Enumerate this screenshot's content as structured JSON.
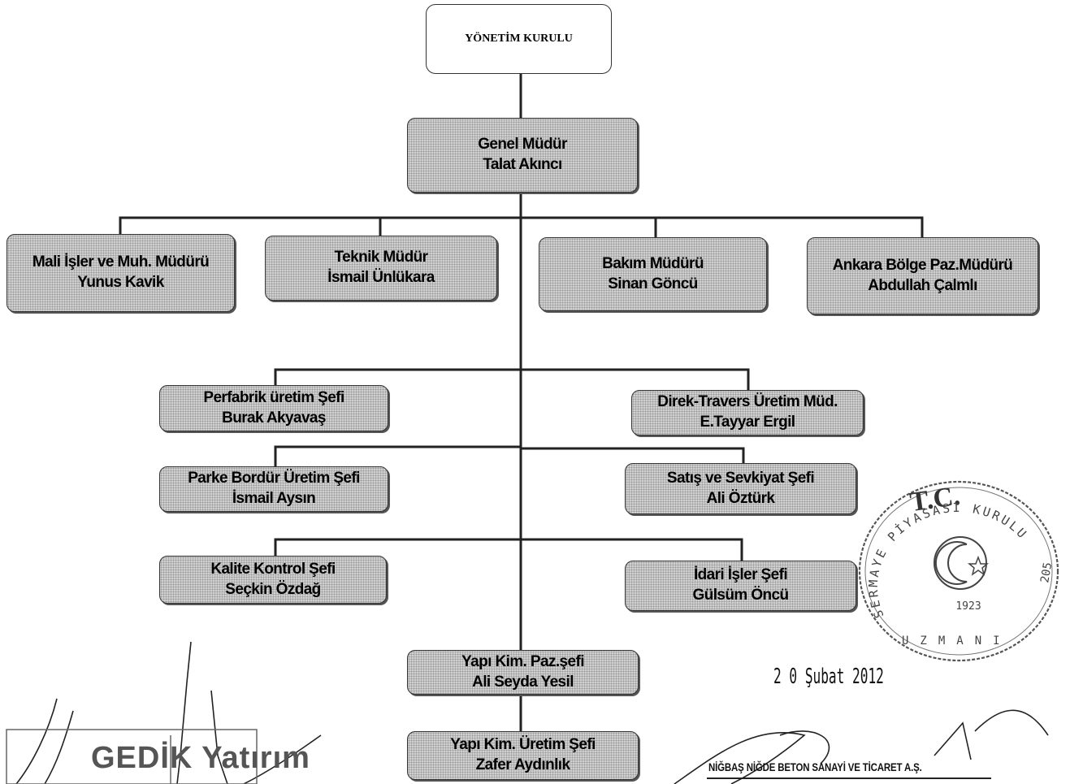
{
  "board": {
    "title": "YÖNETİM KURULU"
  },
  "general_manager": {
    "title": "Genel Müdür",
    "name": "Talat Akıncı"
  },
  "managers": [
    {
      "title": "Mali İşler ve Muh. Müdürü",
      "name": "Yunus Kavik"
    },
    {
      "title": "Teknik Müdür",
      "name": "İsmail Ünlükara"
    },
    {
      "title": "Bakım Müdürü",
      "name": "Sinan Göncü"
    },
    {
      "title": "Ankara Bölge Paz.Müdürü",
      "name": "Abdullah Çalmlı"
    }
  ],
  "chiefs_left": [
    {
      "title": "Perfabrik üretim  Şefi",
      "name": "Burak Akyavaş"
    },
    {
      "title": "Parke Bordür Üretim Şefi",
      "name": "İsmail Aysın"
    },
    {
      "title": "Kalite Kontrol Şefi",
      "name": "Seçkin Özdağ"
    }
  ],
  "chiefs_right": [
    {
      "title": "Direk-Travers Üretim Müd.",
      "name": "E.Tayyar Ergil"
    },
    {
      "title": "Satış ve Sevkiyat Şefi",
      "name": "Ali Öztürk"
    },
    {
      "title": "İdari İşler Şefi",
      "name": "Gülsüm Öncü"
    }
  ],
  "bottom_chain": [
    {
      "title": "Yapı Kim. Paz.şefi",
      "name": "Ali Seyda Yesil"
    },
    {
      "title": "Yapı Kim. Üretim Şefi",
      "name": "Zafer Aydınlık"
    }
  ],
  "date": "2 0 Şubat 2012",
  "company_name": "NİĞBAŞ NİĞDE BETON SANAYİ VE TİCARET A.Ş.",
  "broker_logo_text": "GEDİK Yatırım",
  "stamp": {
    "center": "T.C.",
    "ring_text": "SERMAYE PİYASASI KURULU",
    "year": "1923",
    "bottom_text": "UZMANI",
    "number": "205"
  },
  "colors": {
    "box_fill": "#cfcfcf",
    "box_border": "#333333",
    "line": "#222222"
  }
}
